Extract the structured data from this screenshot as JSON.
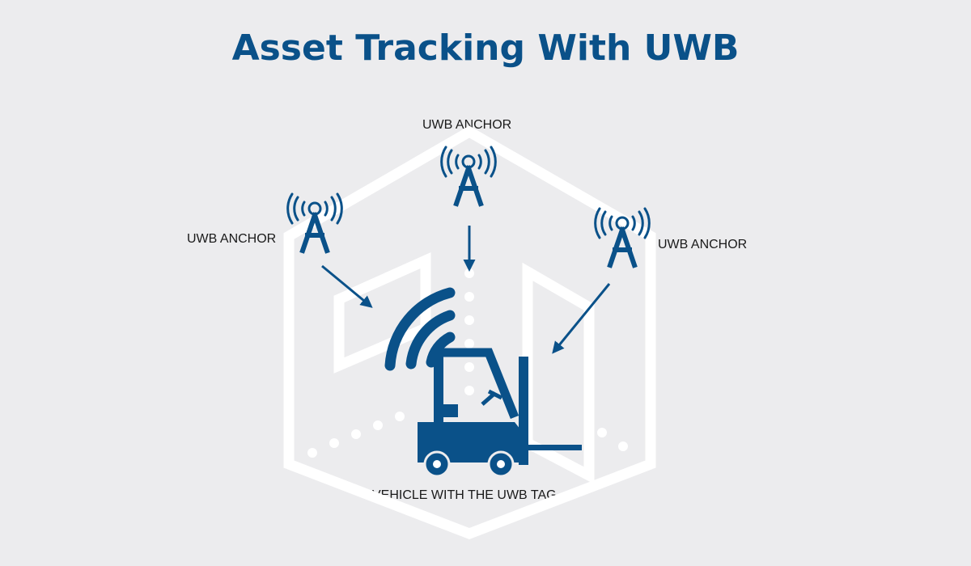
{
  "title": "Asset Tracking With UWB",
  "labels": {
    "anchor_top": "UWB ANCHOR",
    "anchor_left": "UWB ANCHOR",
    "anchor_right": "UWB ANCHOR",
    "vehicle": "VEHICLE WITH THE UWB TAG"
  },
  "colors": {
    "background": "#ececee",
    "accent": "#0a5189",
    "outline": "#ffffff"
  },
  "icons": {
    "anchors": "antenna-tower-icon",
    "vehicle": "forklift-icon",
    "signal": "wireless-signal-icon"
  }
}
